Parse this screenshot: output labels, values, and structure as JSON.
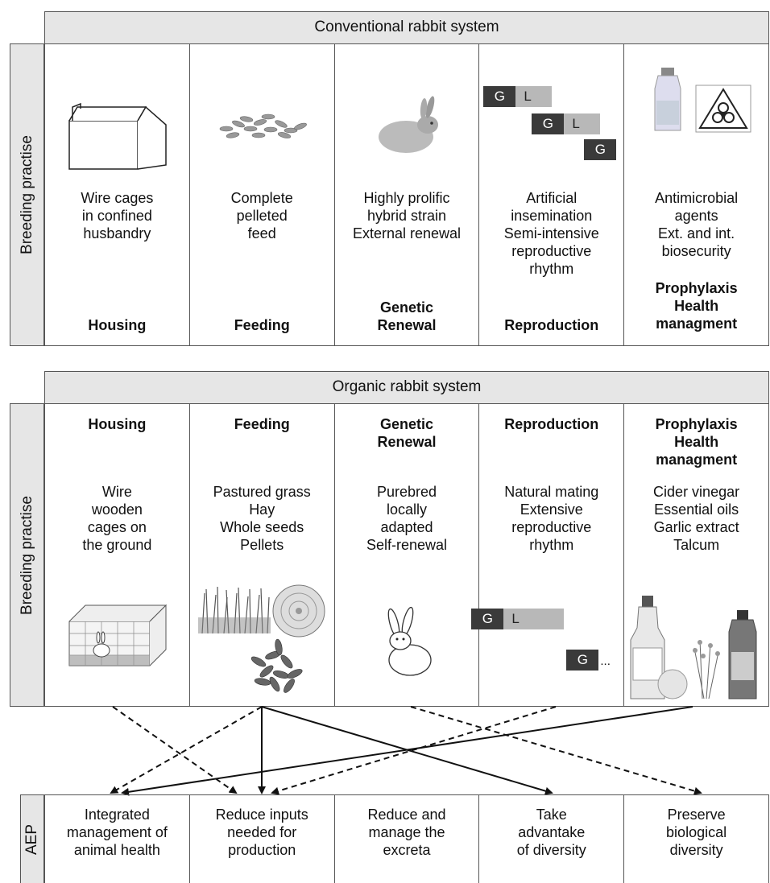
{
  "conventional": {
    "header": "Conventional rabbit system",
    "side_label": "Breeding practise",
    "cells": [
      {
        "desc": "Wire cages\nin confined\nhusbandry",
        "title": "Housing",
        "icon": "cage-box-icon"
      },
      {
        "desc": "Complete\npelleted\nfeed",
        "title": "Feeding",
        "icon": "pellets-icon"
      },
      {
        "desc": "Highly prolific\nhybrid strain\nExternal renewal",
        "title": "Genetic\nRenewal",
        "icon": "rabbit-photo-icon"
      },
      {
        "desc": "Artificial\ninsemination\nSemi-intensive\nreproductive\nrhythm",
        "title": "Reproduction",
        "icon": "rhythm-blocks-icon"
      },
      {
        "desc": "Antimicrobial\nagents\nExt. and int.\nbiosecurity",
        "title": "Prophylaxis\nHealth\nmanagment",
        "icon": "biohazard-icon"
      }
    ],
    "rhythm": {
      "g": "G",
      "l": "L"
    }
  },
  "organic": {
    "header": "Organic rabbit system",
    "side_label": "Breeding practise",
    "cells": [
      {
        "title": "Housing",
        "desc": "Wire\nwooden\ncages on\nthe ground",
        "icon": "ground-cage-icon"
      },
      {
        "title": "Feeding",
        "desc": "Pastured grass\nHay\nWhole seeds\nPellets",
        "icon": "grass-hay-seeds-icon"
      },
      {
        "title": "Genetic\nRenewal",
        "desc": "Purebred\nlocally\nadapted\nSelf-renewal",
        "icon": "rabbit-drawing-icon"
      },
      {
        "title": "Reproduction",
        "desc": "Natural mating\nExtensive\nreproductive\nrhythm",
        "icon": "rhythm-blocks-icon"
      },
      {
        "title": "Prophylaxis\nHealth\nmanagment",
        "desc": "Cider vinegar\nEssential oils\nGarlic extract\nTalcum",
        "icon": "remedies-bottles-icon"
      }
    ],
    "rhythm": {
      "g": "G",
      "l": "L",
      "g2": "G",
      "ellipsis": "..."
    }
  },
  "aep": {
    "side_label": "AEP",
    "cells": [
      "Integrated\nmanagement of\nanimal health",
      "Reduce inputs\nneeded for\nproduction",
      "Reduce and\nmanage the\nexcreta",
      "Take\nadvantake\nof diversity",
      "Preserve\nbiological\ndiversity"
    ]
  },
  "links": [
    {
      "from": "Housing",
      "to": "Reduce inputs needed for production",
      "style": "dashed"
    },
    {
      "from": "Feeding",
      "to": "Integrated management of animal health",
      "style": "dashed"
    },
    {
      "from": "Feeding",
      "to": "Reduce inputs needed for production",
      "style": "solid"
    },
    {
      "from": "Feeding",
      "to": "Take advantake of diversity",
      "style": "solid"
    },
    {
      "from": "Genetic Renewal",
      "to": "Preserve biological diversity",
      "style": "dashed"
    },
    {
      "from": "Reproduction",
      "to": "Reduce inputs needed for production",
      "style": "dashed"
    },
    {
      "from": "Prophylaxis Health managment",
      "to": "Integrated management of animal health",
      "style": "solid"
    }
  ],
  "colors": {
    "header_bg": "#e6e6e6",
    "border": "#555555",
    "dark_block": "#3a3a3a",
    "light_block": "#b8b8b8"
  }
}
